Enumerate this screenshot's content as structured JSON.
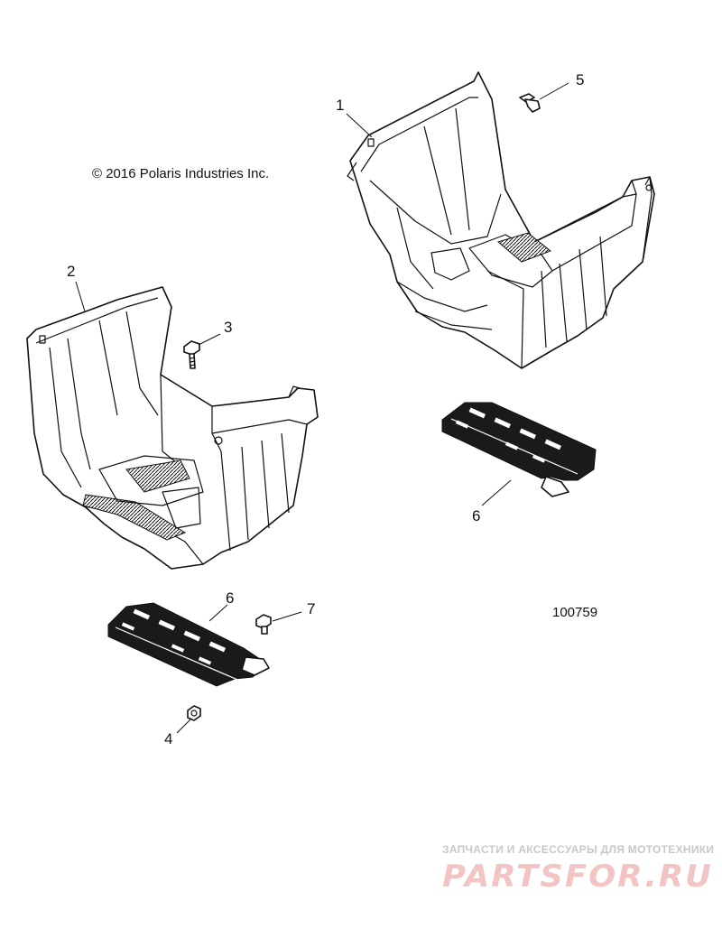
{
  "copyright": "© 2016 Polaris Industries Inc.",
  "reference_number": "100759",
  "callouts": [
    {
      "id": "1",
      "label": "1"
    },
    {
      "id": "2",
      "label": "2"
    },
    {
      "id": "3",
      "label": "3"
    },
    {
      "id": "4",
      "label": "4"
    },
    {
      "id": "5",
      "label": "5"
    },
    {
      "id": "6a",
      "label": "6"
    },
    {
      "id": "6b",
      "label": "6"
    },
    {
      "id": "7",
      "label": "7"
    }
  ],
  "watermark": {
    "tagline": "ЗАПЧАСТИ И АКСЕССУАРЫ ДЛЯ МОТОТЕХНИКИ",
    "brand": "PARTSFOR.RU"
  },
  "colors": {
    "line": "#111111",
    "background": "#ffffff",
    "watermark_brand": "#f2c4c4",
    "watermark_tagline": "#c8c8c8"
  }
}
